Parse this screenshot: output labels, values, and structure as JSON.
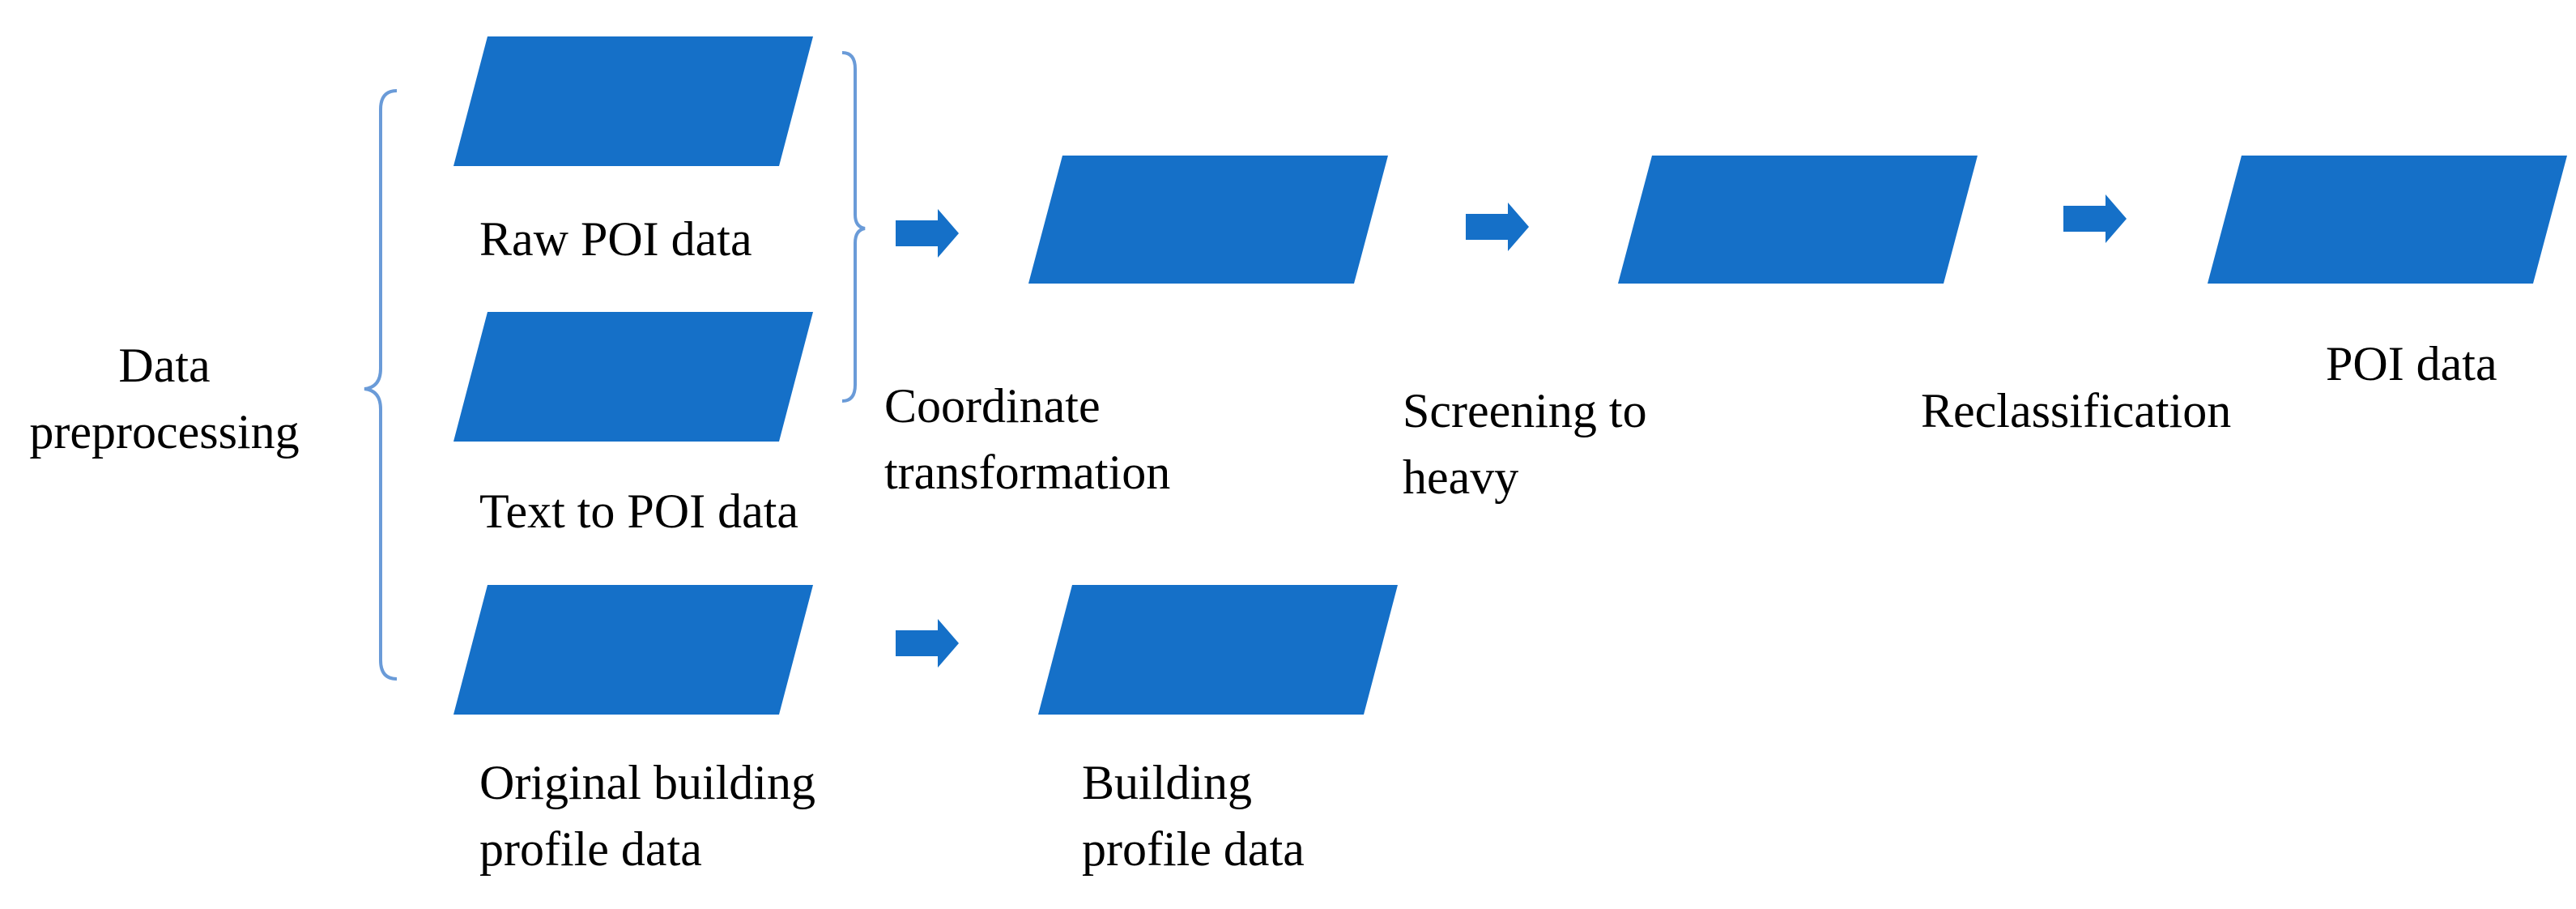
{
  "diagram": {
    "group_label": {
      "line1": "Data",
      "line2": "preprocessing"
    },
    "inputs": {
      "raw_poi": "Raw POI data",
      "text_to_poi": "Text to POI data",
      "original_building": {
        "line1": "Original building",
        "line2": "profile data"
      }
    },
    "steps": {
      "coordinate": {
        "line1": "Coordinate",
        "line2": "transformation"
      },
      "screening": {
        "line1": "Screening to",
        "line2": "heavy"
      },
      "reclassification": "Reclassification",
      "poi_output": "POI data",
      "building_output": {
        "line1": "Building",
        "line2": "profile data"
      }
    }
  },
  "colors": {
    "shape_fill": "#1570C8",
    "arrow_fill": "#1570C8",
    "bracket_stroke": "#6A9BD8",
    "text": "#000000"
  }
}
